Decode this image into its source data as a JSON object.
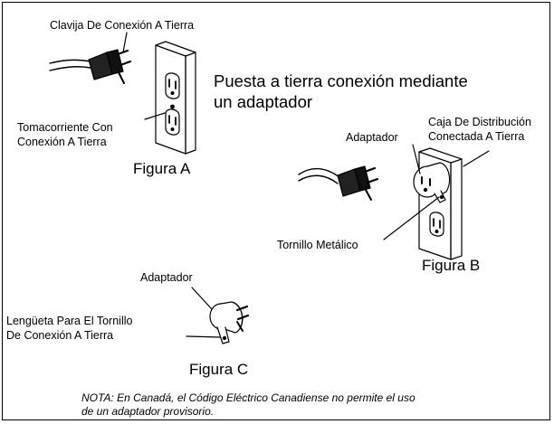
{
  "figure_a": {
    "plug_label": "Clavija De Conexión A Tierra",
    "outlet_label_line1": "Tomacorriente Con",
    "outlet_label_line2": "Conexión A Tierra",
    "caption": "Figura A"
  },
  "heading": {
    "line1": "Puesta a tierra conexión mediante",
    "line2": "un adaptador"
  },
  "figure_b": {
    "adapter_label": "Adaptador",
    "box_label_line1": "Caja De Distribución",
    "box_label_line2": "Conectada A Tierra",
    "screw_label": "Tornillo Metálico",
    "caption": "Figura B"
  },
  "figure_c": {
    "adapter_label": "Adaptador",
    "tab_label_line1": "Lengüeta Para El Tornillo",
    "tab_label_line2": "De Conexión A Tierra",
    "caption": "Figura C"
  },
  "note": {
    "line1": "NOTA: En Canadá, el Código Eléctrico Canadiense no permite el uso",
    "line2": "de un adaptador provisorio."
  }
}
